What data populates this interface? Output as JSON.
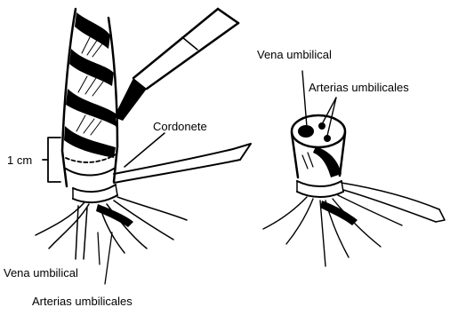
{
  "labels": {
    "cordonete": "Cordonete",
    "one_cm": "1 cm",
    "vena_left": "Vena umbilical",
    "arterias_left": "Arterias umbilicales",
    "vena_right": "Vena umbilical",
    "arterias_right": "Arterias umbilicales"
  },
  "colors": {
    "ink": "#000000",
    "background": "#ffffff"
  }
}
